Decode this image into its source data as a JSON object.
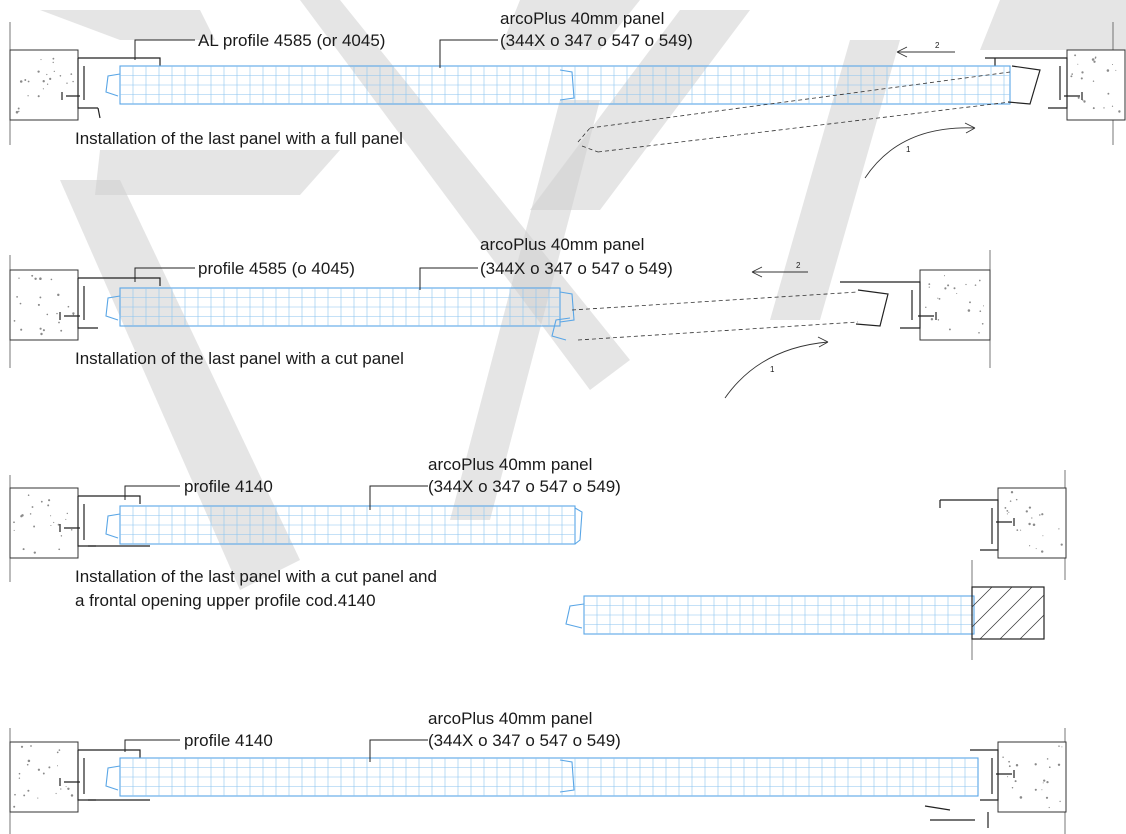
{
  "sections": [
    {
      "profile_label": "AL profile 4585 (or 4045)",
      "panel_label_1": "arcoPlus 40mm panel",
      "panel_label_2": "(344X o 347 o 547 o 549)",
      "caption_1": "Installation of the last panel with a full panel",
      "caption_2": "",
      "arrow_1": "1",
      "arrow_2": "2"
    },
    {
      "profile_label": "profile 4585 (o 4045)",
      "panel_label_1": "arcoPlus 40mm panel",
      "panel_label_2": "(344X o 347 o 547 o 549)",
      "caption_1": "Installation of the last panel with a cut panel",
      "caption_2": "",
      "arrow_1": "1",
      "arrow_2": "2"
    },
    {
      "profile_label": "profile 4140",
      "panel_label_1": "arcoPlus 40mm panel",
      "panel_label_2": "(344X o 347 o 547 o 549)",
      "caption_1": "Installation of the last panel with a cut panel and",
      "caption_2": "a frontal opening upper profile cod.4140"
    },
    {
      "profile_label": "profile 4140",
      "panel_label_1": "arcoPlus 40mm panel",
      "panel_label_2": "(344X o 347 o 547 o 549)",
      "caption_1": "",
      "caption_2": ""
    }
  ],
  "colors": {
    "panel": "#5aa6e6",
    "panel_grid": "#8cc4f0",
    "line": "#222222",
    "watermark": "#cfcfcf"
  }
}
